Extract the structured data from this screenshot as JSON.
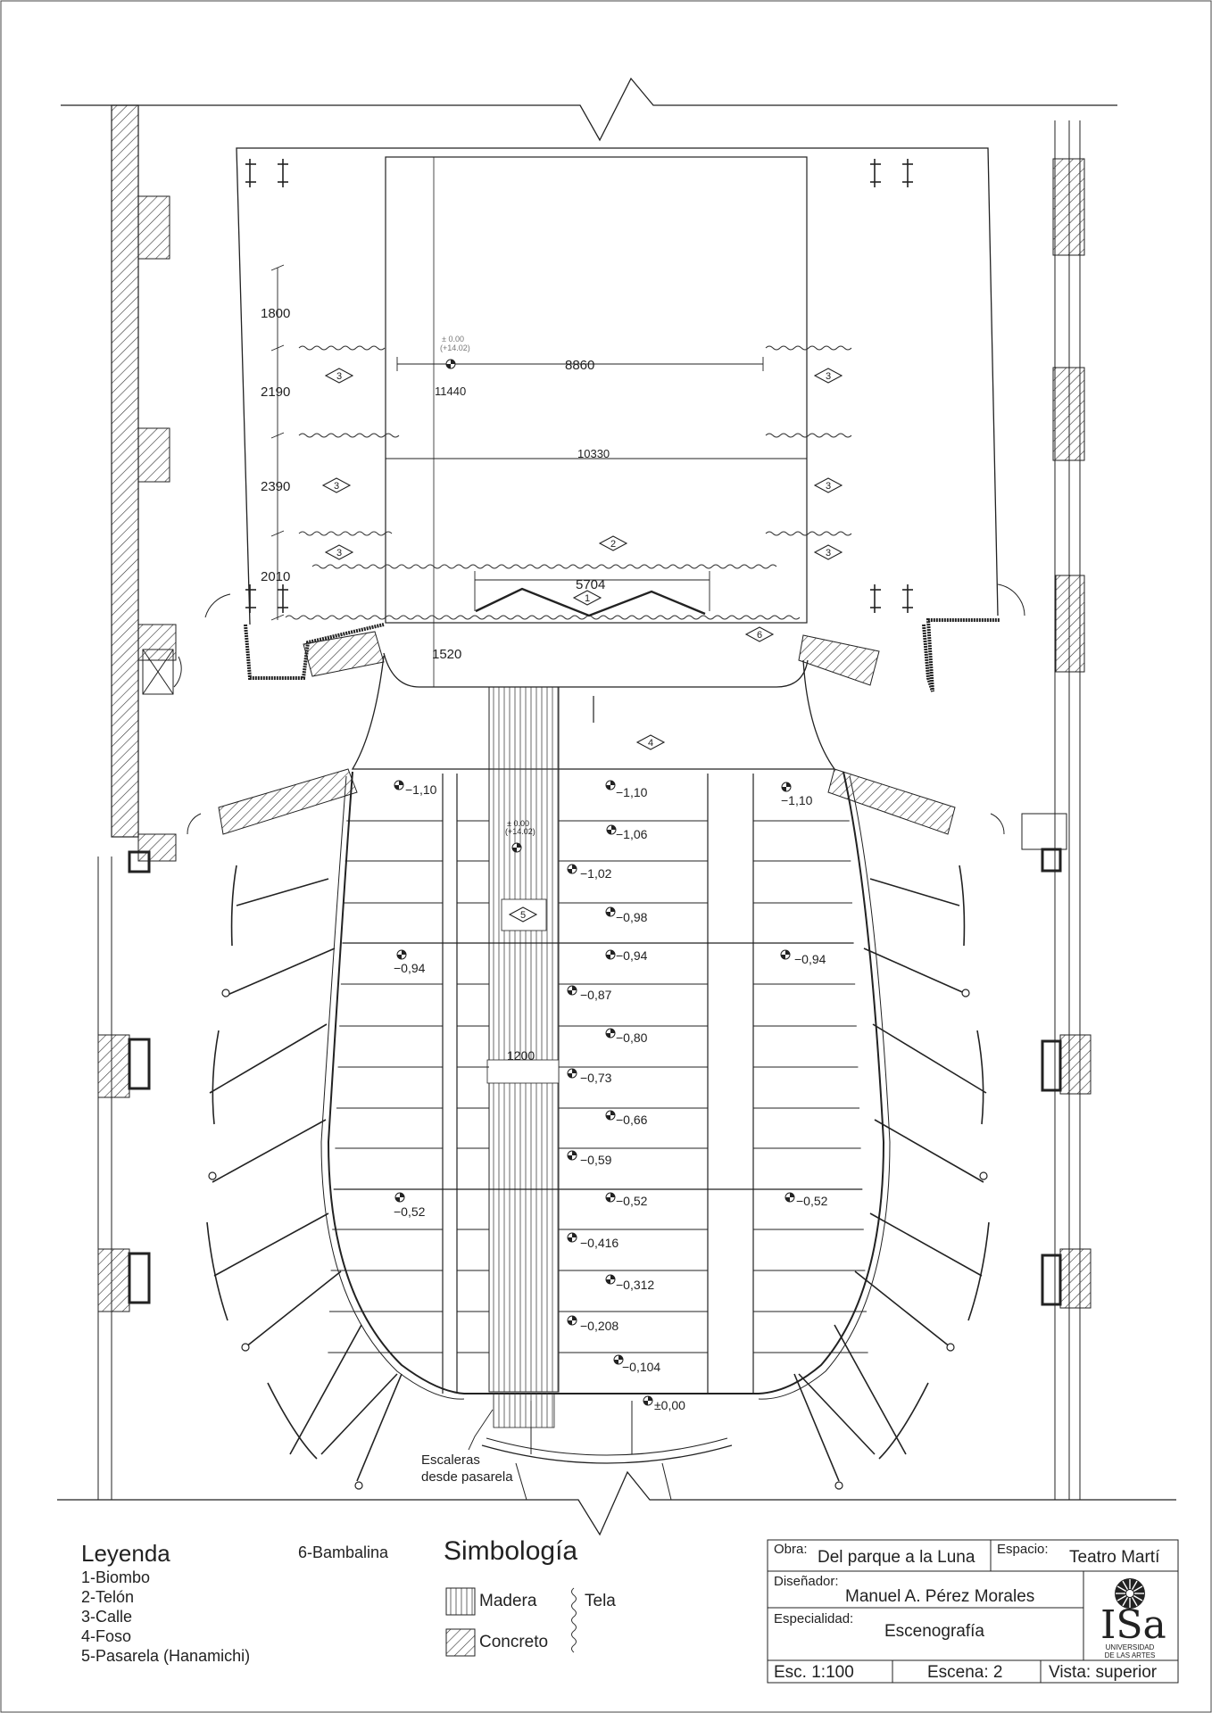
{
  "dimensions": {
    "d1800": "1800",
    "d2190": "2190",
    "d2390": "2390",
    "d2010": "2010",
    "d1520": "1520",
    "d8860": "8860",
    "d10330": "10330",
    "d5704": "5704",
    "d11440": "11440",
    "d1200": "1200"
  },
  "datum_marks": {
    "stage": [
      "±  0.00",
      "(+14.02)"
    ],
    "ramp": [
      "±  0.00",
      "(+14.02)"
    ]
  },
  "levels": {
    "l_110_left": "−1,10",
    "l_110_center": "−1,10",
    "l_110_right": "−1,10",
    "l_106": "−1,06",
    "l_102": "−1,02",
    "l_098": "−0,98",
    "l_094_left": "−0,94",
    "l_094_center": "−0,94",
    "l_094_right": "−0,94",
    "l_087": "−0,87",
    "l_080": "−0,80",
    "l_073": "−0,73",
    "l_066": "−0,66",
    "l_059": "−0,59",
    "l_052_left": "−0,52",
    "l_052_center": "−0,52",
    "l_052_right": "−0,52",
    "l_0416": "−0,416",
    "l_0312": "−0,312",
    "l_0208": "−0,208",
    "l_0104": "−0,104",
    "l_000": "±0,00"
  },
  "markers": {
    "m1": "1",
    "m2": "2",
    "m3": "3",
    "m4": "4",
    "m5": "5",
    "m6": "6"
  },
  "stairs_note": [
    "Escaleras",
    "desde pasarela"
  ],
  "legend": {
    "title": "Leyenda",
    "items": [
      "1-Biombo",
      "2-Telón",
      "3-Calle",
      "4-Foso",
      "5-Pasarela (Hanamichi)"
    ],
    "item6": "6-Bambalina"
  },
  "symbology": {
    "title": "Simbología",
    "madera": "Madera",
    "concreto": "Concreto",
    "tela": "Tela"
  },
  "title_block": {
    "obra_label": "Obra:",
    "obra": "Del parque a la Luna",
    "espacio_label": "Espacio:",
    "espacio": "Teatro Martí",
    "disenador_label": "Diseñador:",
    "disenador": "Manuel A. Pérez Morales",
    "especialidad_label": "Especialidad:",
    "especialidad": "Escenografía",
    "escala": "Esc. 1:100",
    "escena": "Escena: 2",
    "vista": "Vista: superior",
    "logo_text": "ISa",
    "logo_sub": [
      "UNIVERSIDAD",
      "DE LAS ARTES"
    ]
  },
  "colors": {
    "line": "#222222",
    "hatch": "#333333"
  }
}
